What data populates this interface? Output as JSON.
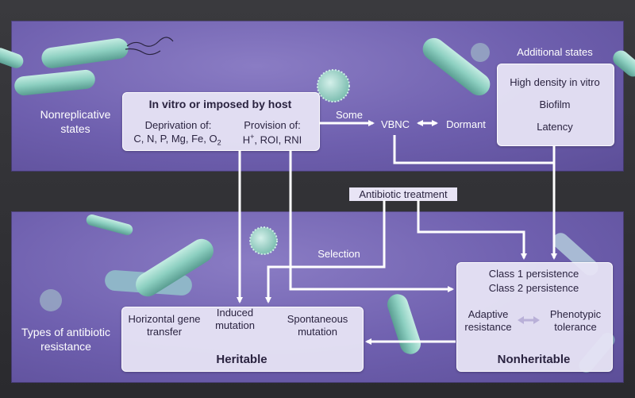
{
  "top_section": {
    "label_line1": "Nonreplicative",
    "label_line2": "states",
    "host_box": {
      "title": "In vitro or imposed by host",
      "deprivation_heading": "Deprivation of:",
      "deprivation_items_main": "C, N, P, Mg, Fe, O",
      "deprivation_items_sub": "2",
      "provision_heading": "Provision of:",
      "provision_h": "H",
      "provision_h_sup": "+",
      "provision_rest": ", ROI, RNI"
    },
    "some_label": "Some",
    "vbnc_label": "VBNC",
    "dormant_label": "Dormant",
    "additional_states": {
      "heading": "Additional states",
      "items": [
        "High density in vitro",
        "Biofilm",
        "Latency"
      ]
    }
  },
  "middle": {
    "antibiotic_treatment": "Antibiotic treatment",
    "selection": "Selection"
  },
  "bottom_section": {
    "label_line1": "Types of antibiotic",
    "label_line2": "resistance",
    "heritable_box": {
      "col1_line1": "Horizontal gene",
      "col1_line2": "transfer",
      "col2_line1": "Induced",
      "col2_line2": "mutation",
      "col3_line1": "Spontaneous",
      "col3_line2": "mutation",
      "title": "Heritable"
    },
    "nonheritable_box": {
      "class1": "Class 1 persistence",
      "class2": "Class 2 persistence",
      "left_line1": "Adaptive",
      "left_line2": "resistance",
      "right_line1": "Phenotypic",
      "right_line2": "tolerance",
      "title": "Nonheritable"
    }
  },
  "colors": {
    "panel": "#6e5fae",
    "box": "#e8e4f5",
    "bacteria": "#8ccfc0",
    "arrow": "#ffffff"
  }
}
